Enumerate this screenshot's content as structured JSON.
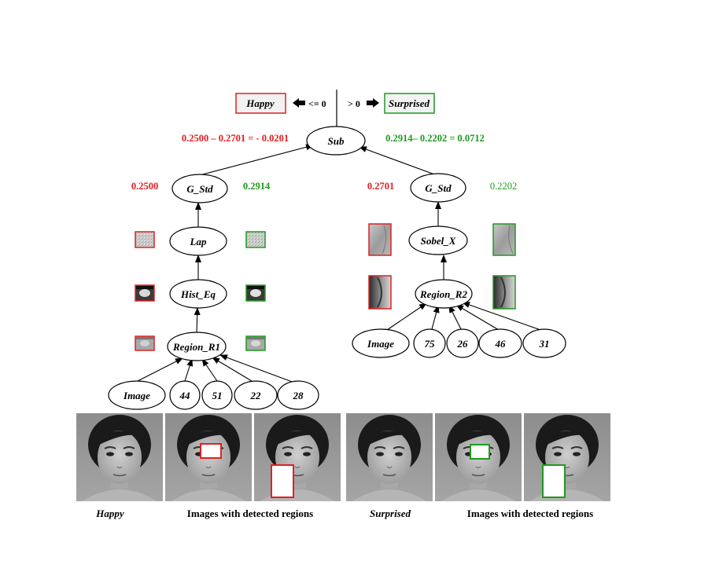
{
  "decision": {
    "left_class": "Happy",
    "left_rule": "<= 0",
    "right_rule": "> 0",
    "right_class": "Surprised"
  },
  "equations": {
    "happy": "0.2500 – 0.2701 =  - 0.0201",
    "surprised": "0.2914– 0.2202 = 0.0712"
  },
  "nodes": {
    "root": "Sub",
    "left_std": "G_Std",
    "left_lap": "Lap",
    "left_hist": "Hist_Eq",
    "left_region": "Region_R1",
    "left_inputs": [
      "Image",
      "44",
      "51",
      "22",
      "28"
    ],
    "right_std": "G_Std",
    "right_sobel": "Sobel_X",
    "right_region": "Region_R2",
    "right_inputs": [
      "Image",
      "75",
      "26",
      "46",
      "31"
    ]
  },
  "values": {
    "left_happy": "0.2500",
    "left_surprised": "0.2914",
    "right_happy": "0.2701",
    "right_surprised": "0.2202"
  },
  "captions": {
    "happy": "Happy",
    "happy_regions": "Images with detected regions",
    "surprised": "Surprised",
    "surprised_regions": "Images with detected regions"
  },
  "colors": {
    "happy": "#e02020",
    "surprised": "#1e9a1e"
  }
}
